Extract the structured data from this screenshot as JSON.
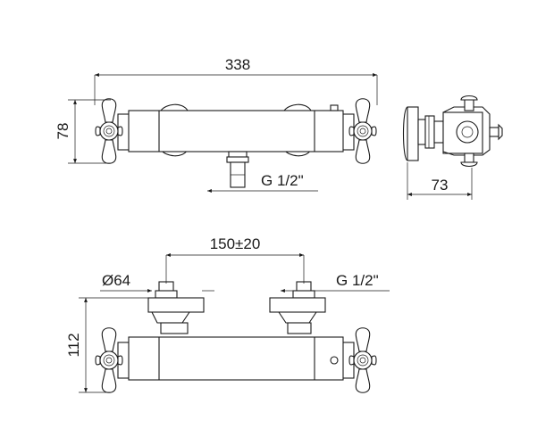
{
  "dimensions": {
    "top_width": "338",
    "top_height": "78",
    "top_thread": "G 1/2\"",
    "side_depth": "73",
    "bottom_spacing": "150±20",
    "bottom_diameter": "Ø64",
    "bottom_thread": "G 1/2\"",
    "bottom_height": "112"
  }
}
